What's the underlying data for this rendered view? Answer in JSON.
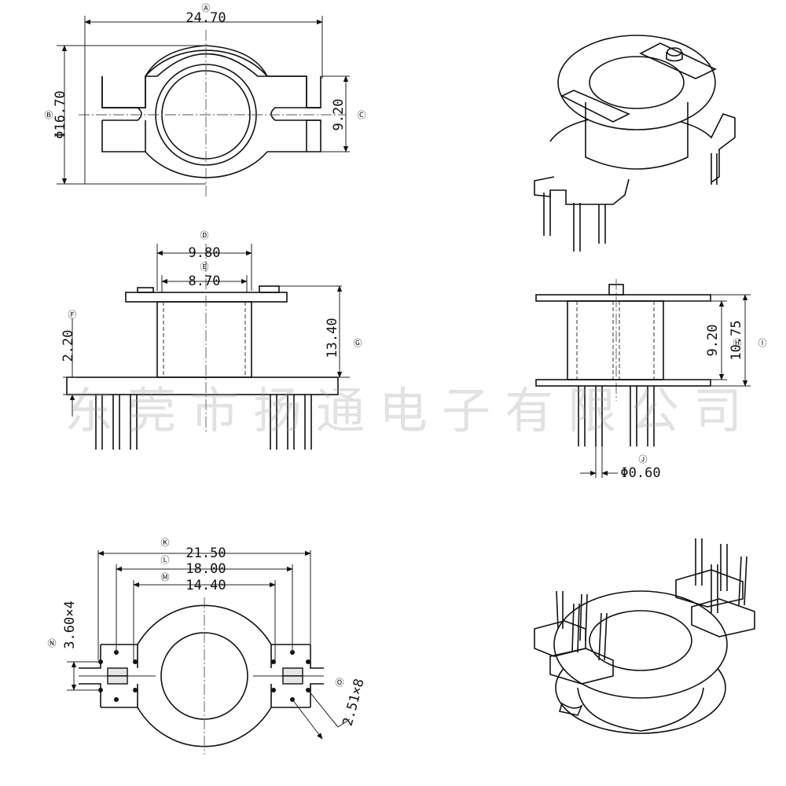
{
  "watermark": "东莞市扬通电子有限公司",
  "top_view": {
    "width": {
      "label": "Ⓐ",
      "value": "24.70"
    },
    "diameter": {
      "label": "Ⓑ",
      "value": "Φ16.70"
    },
    "slot": {
      "label": "Ⓒ",
      "value": "9.20"
    }
  },
  "front_view": {
    "outer": {
      "label": "Ⓓ",
      "value": "9.80"
    },
    "inner": {
      "label": "Ⓔ",
      "value": "8.70"
    },
    "base": {
      "label": "Ⓕ",
      "value": "2.20"
    },
    "height": {
      "label": "Ⓖ",
      "value": "13.40"
    }
  },
  "side_view": {
    "inner_height": {
      "label": "Ⓗ",
      "value": "9.20"
    },
    "total_height": {
      "label": "Ⓘ",
      "value": "10.75"
    },
    "pin": {
      "label": "Ⓙ",
      "value": "Φ0.60"
    }
  },
  "bottom_view": {
    "pitch_outer": {
      "label": "Ⓚ",
      "value": "21.50"
    },
    "pitch_mid": {
      "label": "Ⓛ",
      "value": "18.00"
    },
    "pitch_inner": {
      "label": "Ⓜ",
      "value": "14.40"
    },
    "row": {
      "label": "Ⓝ",
      "value": "3.60×4"
    },
    "pin_pitch": {
      "label": "Ⓞ",
      "value": "2.51×8"
    }
  }
}
